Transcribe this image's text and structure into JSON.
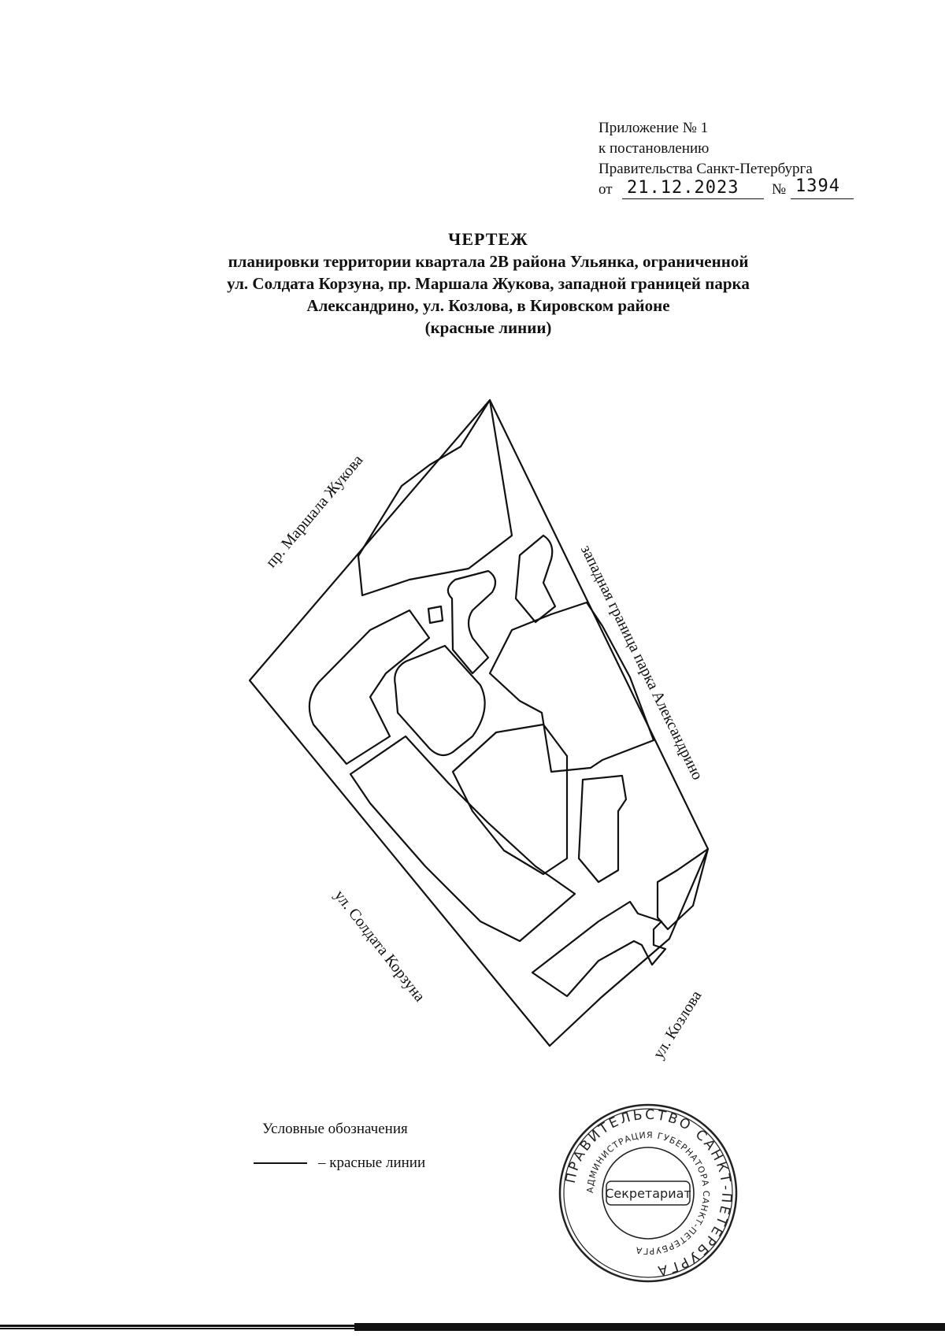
{
  "annex": {
    "line1": "Приложение № 1",
    "line2": "к постановлению",
    "line3": "Правительства Санкт-Петербурга",
    "from_label": "от",
    "date": "21.12.2023",
    "number_label": "№",
    "number": "1394"
  },
  "title": {
    "main": "ЧЕРТЕЖ",
    "line1": "планировки территории квартала 2В района Ульянка, ограниченной",
    "line2": "ул. Солдата Корзуна, пр. Маршала Жукова, западной границей парка",
    "line3": "Александрино, ул. Козлова, в Кировском районе",
    "line4": "(красные линии)"
  },
  "streets": {
    "marshala_zhukova": "пр. Маршала Жукова",
    "park_boundary": "западная граница парка Александрино",
    "soldata_korzuna": "ул. Солдата Корзуна",
    "kozlova": "ул. Козлова"
  },
  "legend": {
    "title": "Условные обозначения",
    "red_lines": "– красные линии"
  },
  "stamp": {
    "center": "Секретариат",
    "outer_ring": "ПРАВИТЕЛЬСТВО САНКТ-ПЕТЕРБУРГА",
    "inner_ring": "АДМИНИСТРАЦИЯ ГУБЕРНАТОРА САНКТ-ПЕТЕРБУРГА"
  }
}
